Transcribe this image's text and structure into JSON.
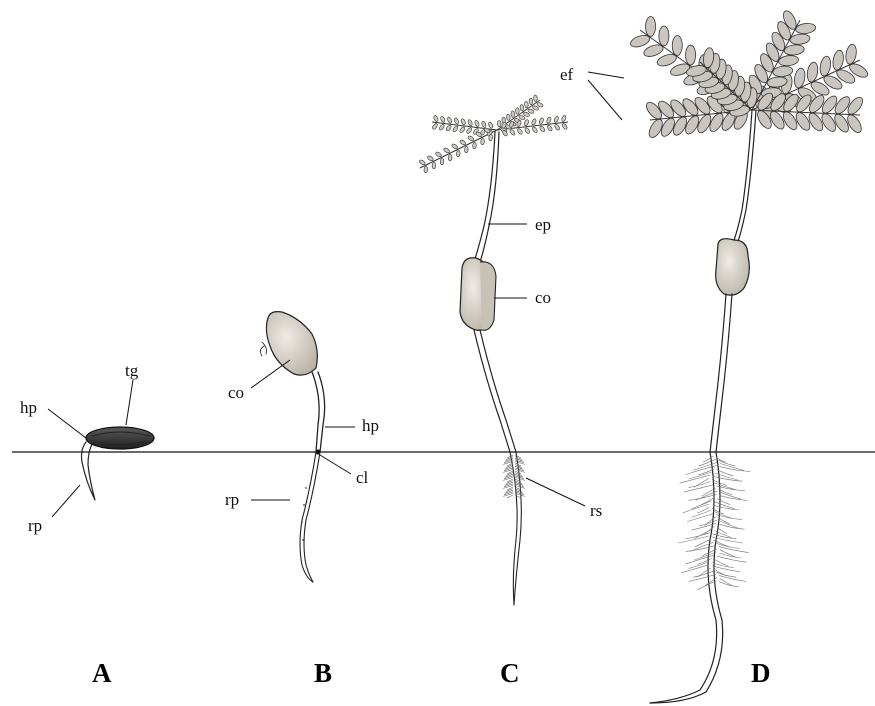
{
  "figure": {
    "stages": [
      {
        "id": "A",
        "label": "A",
        "structures": [
          {
            "abbr": "hp",
            "text": "hp"
          },
          {
            "abbr": "tg",
            "text": "tg"
          },
          {
            "abbr": "rp",
            "text": "rp"
          }
        ]
      },
      {
        "id": "B",
        "label": "B",
        "structures": [
          {
            "abbr": "co",
            "text": "co"
          },
          {
            "abbr": "hp",
            "text": "hp"
          },
          {
            "abbr": "cl",
            "text": "cl"
          },
          {
            "abbr": "rp",
            "text": "rp"
          }
        ]
      },
      {
        "id": "C",
        "label": "C",
        "structures": [
          {
            "abbr": "ep",
            "text": "ep"
          },
          {
            "abbr": "co",
            "text": "co"
          },
          {
            "abbr": "rs",
            "text": "rs"
          }
        ]
      },
      {
        "id": "D",
        "label": "D",
        "structures": [
          {
            "abbr": "ef",
            "text": "ef"
          }
        ]
      }
    ],
    "colors": {
      "ink": "#222222",
      "seed_coat": "#3a3a3a",
      "cotyledon": "#d6d0c6",
      "leaf": "#c9c6c0",
      "background": "#ffffff"
    }
  }
}
